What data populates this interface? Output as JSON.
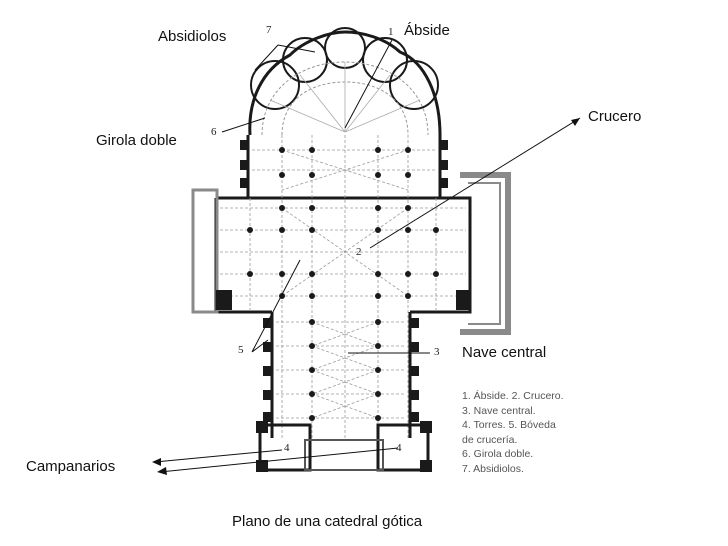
{
  "labels": {
    "absidiolos": "Absidiolos",
    "abside": "Ábside",
    "crucero": "Crucero",
    "girola_doble": "Girola doble",
    "nave_central": "Nave central",
    "campanarios": "Campanarios"
  },
  "numbers": {
    "n1": "1",
    "n2": "2",
    "n3": "3",
    "n4a": "4",
    "n4b": "4",
    "n5": "5",
    "n6": "6",
    "n7": "7"
  },
  "legend": [
    "1. Ábside. 2. Crucero.",
    "3. Nave central.",
    "4. Torres. 5. Bóveda",
    "de crucería.",
    "6. Girola doble.",
    "7. Absidiolos."
  ],
  "caption": "Plano de una catedral gótica",
  "colors": {
    "ink": "#111111",
    "wall": "#1a1a1a",
    "vault": "#9a9a9a",
    "annex": "#8a8a8a"
  }
}
